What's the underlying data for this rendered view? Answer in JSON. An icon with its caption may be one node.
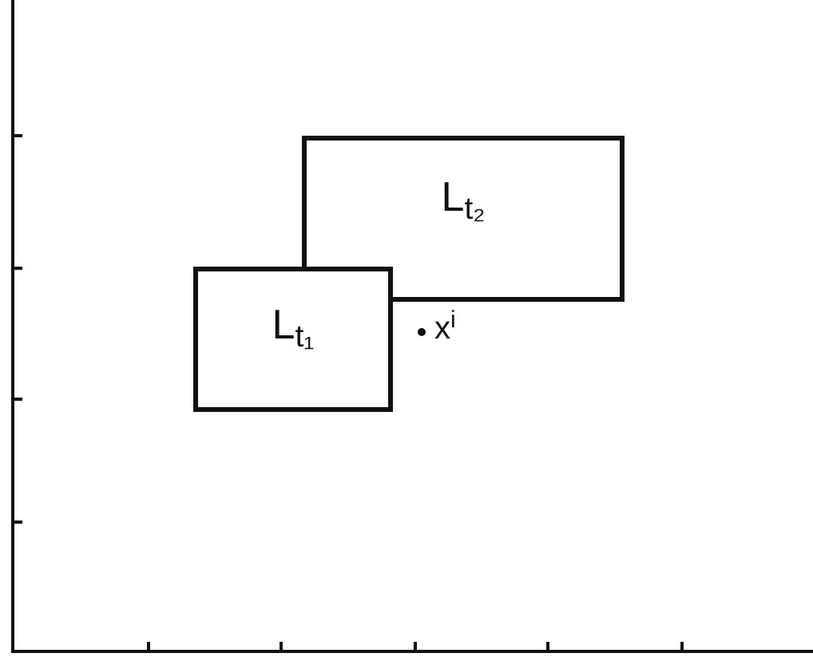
{
  "diagram": {
    "nodes": [
      {
        "text": [
          "L$_{t₂}$"
        ]
      },
      {
        "text": [
          "L$_{t₁}$"
        ]
      }
    ],
    "edges": [],
    "labels": [
      "x$^{i}$"
    ]
  }
}
